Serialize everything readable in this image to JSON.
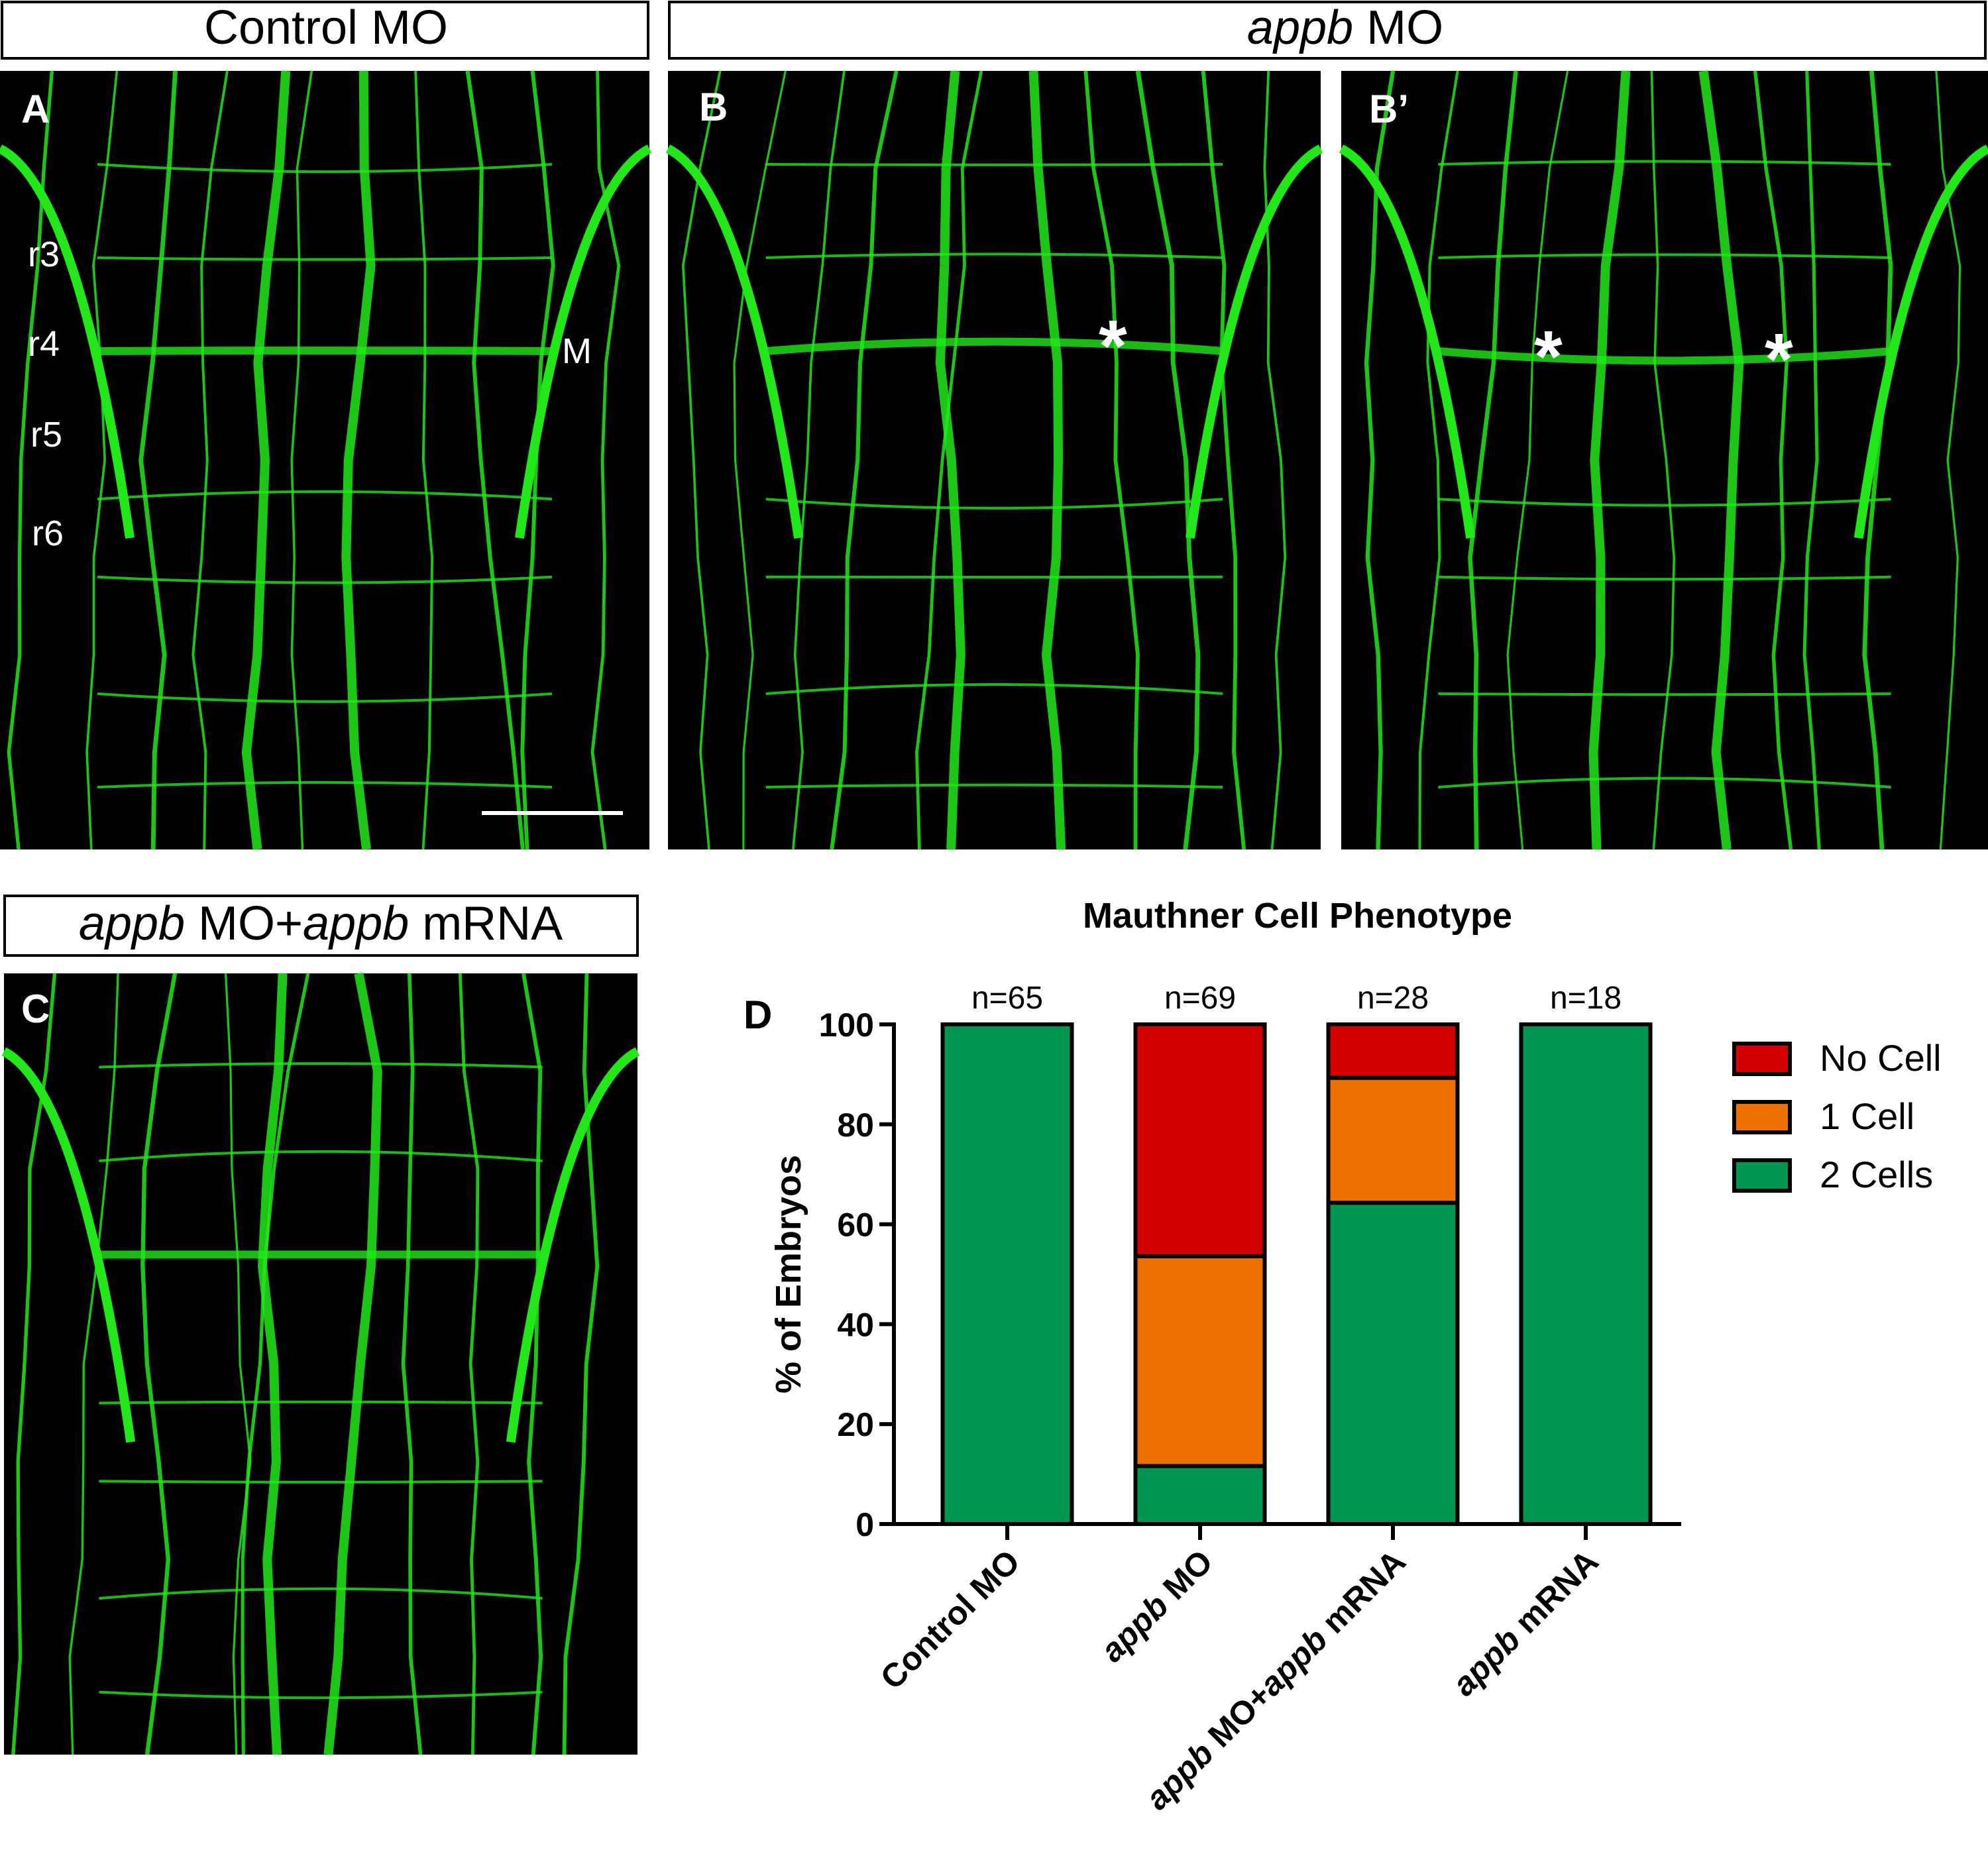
{
  "headers": {
    "control": "Control MO",
    "appb": "appb MO",
    "rescue": "appb MO+appb mRNA"
  },
  "panels": {
    "A": {
      "label": "A",
      "rhombomeres": [
        "r3",
        "r4",
        "r5",
        "r6"
      ],
      "mauthner_label": "M"
    },
    "B": {
      "label": "B",
      "asterisk": "*"
    },
    "B_prime": {
      "label": "B’",
      "asterisk": "*"
    },
    "C": {
      "label": "C"
    },
    "D": {
      "label": "D"
    }
  },
  "colors": {
    "no_cell": "#d40000",
    "one_cell": "#ec7000",
    "two_cells": "#009550",
    "fluorescence": "#22e81a"
  },
  "chart_data": {
    "type": "bar",
    "stacked": true,
    "title": "Mauthner Cell Phenotype",
    "xlabel": "",
    "ylabel": "% of Embryos",
    "ylim": [
      0,
      100
    ],
    "yticks": [
      "0",
      "20",
      "40",
      "60",
      "80",
      "100"
    ],
    "categories": [
      "Control MO",
      "appb MO",
      "appb MO+appb mRNA",
      "appb mRNA"
    ],
    "n_labels": [
      "n=65",
      "n=69",
      "n=28",
      "n=18"
    ],
    "series": [
      {
        "name": "2 Cells",
        "values": [
          100,
          11.6,
          64.3,
          100
        ]
      },
      {
        "name": "1 Cell",
        "values": [
          0,
          42.0,
          25.0,
          0
        ]
      },
      {
        "name": "No Cell",
        "values": [
          0,
          46.4,
          10.7,
          0
        ]
      }
    ],
    "legend": [
      "No Cell",
      "1 Cell",
      "2 Cells"
    ],
    "legend_position": "right",
    "grid": false
  }
}
